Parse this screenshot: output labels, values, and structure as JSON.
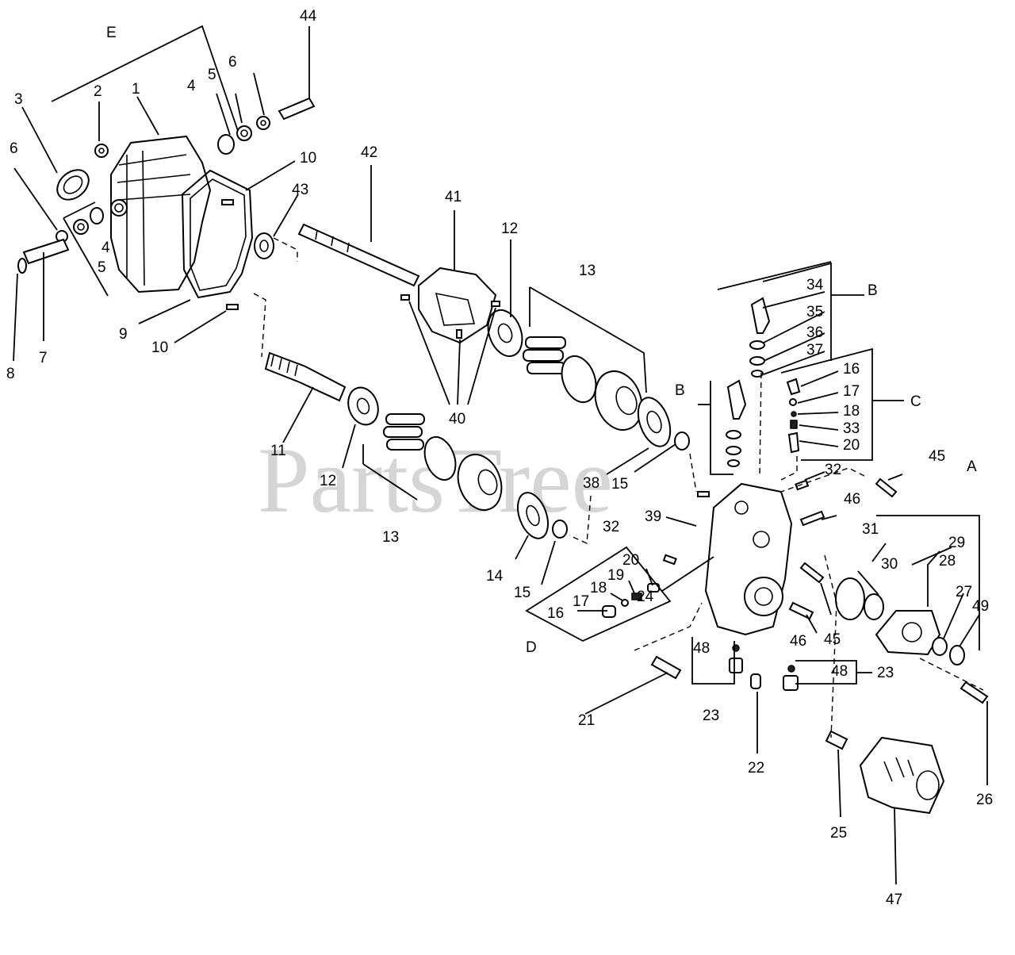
{
  "watermark": "PartsTree",
  "callouts": [
    "1",
    "2",
    "3",
    "4",
    "5",
    "6",
    "7",
    "8",
    "9",
    "10",
    "11",
    "12",
    "13",
    "14",
    "15",
    "16",
    "17",
    "18",
    "19",
    "20",
    "21",
    "22",
    "23",
    "24",
    "25",
    "26",
    "27",
    "28",
    "29",
    "30",
    "31",
    "32",
    "33",
    "34",
    "35",
    "36",
    "37",
    "38",
    "39",
    "40",
    "41",
    "42",
    "43",
    "44",
    "45",
    "46",
    "47",
    "48",
    "49"
  ],
  "group_letters": [
    "A",
    "B",
    "C",
    "D",
    "E"
  ]
}
